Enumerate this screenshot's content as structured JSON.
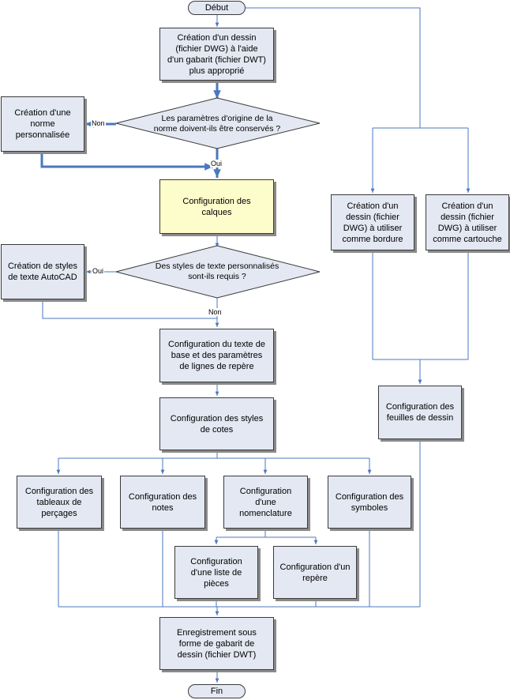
{
  "nodes": {
    "start": "Début",
    "end": "Fin",
    "create_drawing_from_template": "Création d'un dessin\n(fichier DWG) à l'aide\nd'un gabarit (fichier DWT)\nplus approprié",
    "custom_standard": "Création d'une\nnorme\npersonnalisée",
    "decision_keep_original": "Les paramètres d'origine de la\nnorme doivent-ils être conservés ?",
    "layers_config": "Configuration des\ncalques",
    "text_styles": "Création de styles\nde texte AutoCAD",
    "decision_text_styles": "Des styles de texte personnalisés\nsont-ils requis ?",
    "base_text_config": "Configuration du texte de\nbase et des paramètres\nde lignes de repère",
    "dim_styles": "Configuration des styles\nde cotes",
    "hole_tables": "Configuration des\ntableaux de\nperçages",
    "notes": "Configuration des\nnotes",
    "nomenclature": "Configuration\nd'une\nnomenclature",
    "symbols": "Configuration des\nsymboles",
    "parts_list": "Configuration\nd'une liste de\npièces",
    "balloon": "Configuration d'un\nrepère",
    "save_template": "Enregistrement sous\nforme de gabarit de\ndessin (fichier DWT)",
    "border_drawing": "Création d'un\ndessin (fichier\nDWG) à utiliser\ncomme bordure",
    "titleblock_drawing": "Création d'un\ndessin (fichier\nDWG) à utiliser\ncomme cartouche",
    "sheets_config": "Configuration des\nfeuilles de dessin"
  },
  "labels": {
    "no_1": "Non",
    "yes_1": "Oui",
    "yes_2": "Oui",
    "no_2": "Non"
  },
  "colors": {
    "box_fill": "#e3e8f2",
    "highlight_fill": "#fdfccb",
    "connector": "#4a78be"
  }
}
